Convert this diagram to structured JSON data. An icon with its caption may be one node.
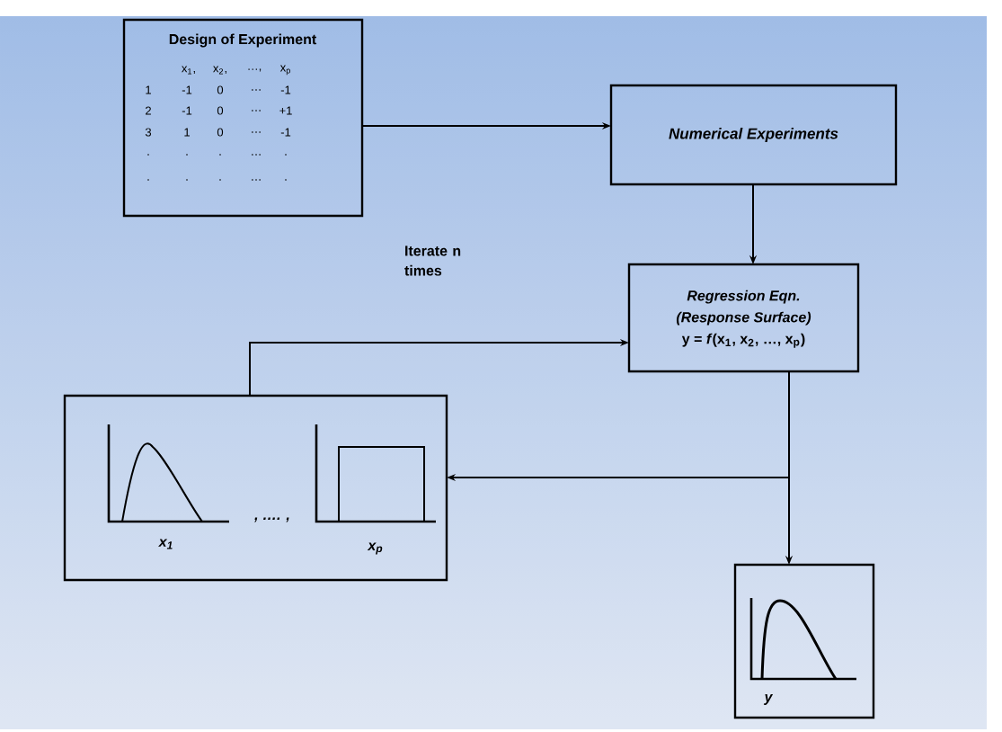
{
  "diagram": {
    "nodes": [
      {
        "text": [
          "Design of Experiment"
        ]
      },
      {
        "text": [
          "Numerical Experiments"
        ]
      },
      {
        "text": [
          "Regression Eqn.",
          "(Response Surface)",
          "y = *f*(x$_{1}$, x$_{2}$, …, x$_{p}$)"
        ]
      },
      {
        "text": [
          "x$_{1}$",
          ", …. ,",
          "x$_{p}$"
        ]
      },
      {
        "text": [
          "y"
        ]
      }
    ],
    "edges": [
      {
        "from": 0,
        "to": 1,
        "arrow": "to"
      },
      {
        "from": 1,
        "to": 2,
        "arrow": "to"
      },
      {
        "from": 2,
        "to": 4,
        "arrow": "to"
      },
      {
        "from": 2,
        "to": 3,
        "arrow": "to"
      },
      {
        "from": 3,
        "to": 2,
        "arrow": "to",
        "label": "Iterate n times"
      }
    ],
    "labels": [
      "x$_{1}$,",
      "x$_{2}$,",
      "…,",
      "x$_{p}$",
      "1",
      "-1",
      "0",
      "…",
      "-1",
      "2",
      "-1",
      "0",
      "…",
      "+1",
      "3",
      "1",
      "0",
      "…",
      "-1",
      ".",
      ".",
      ".",
      "…",
      ".",
      ".",
      ".",
      ".",
      "…",
      "."
    ]
  }
}
